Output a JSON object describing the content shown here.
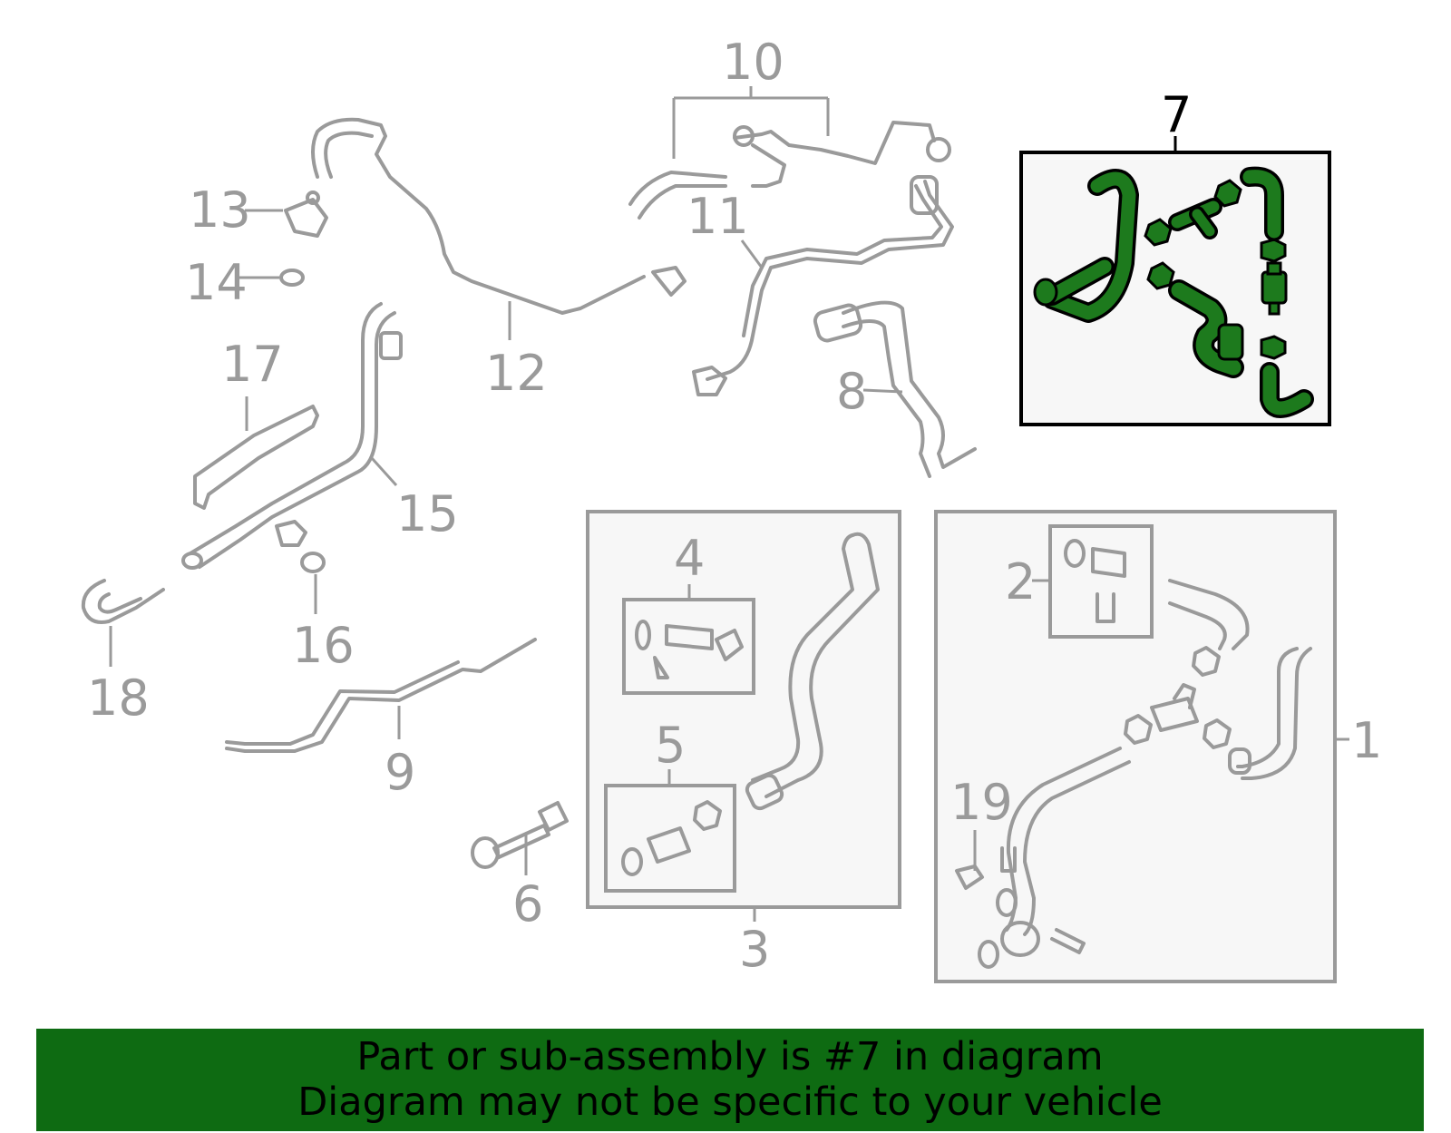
{
  "diagram": {
    "callouts": [
      {
        "id": "1",
        "text": "1"
      },
      {
        "id": "2",
        "text": "2"
      },
      {
        "id": "3",
        "text": "3"
      },
      {
        "id": "4",
        "text": "4"
      },
      {
        "id": "5",
        "text": "5"
      },
      {
        "id": "6",
        "text": "6"
      },
      {
        "id": "7",
        "text": "7",
        "highlighted": true
      },
      {
        "id": "8",
        "text": "8"
      },
      {
        "id": "9",
        "text": "9"
      },
      {
        "id": "10",
        "text": "10"
      },
      {
        "id": "11",
        "text": "11"
      },
      {
        "id": "12",
        "text": "12"
      },
      {
        "id": "13",
        "text": "13"
      },
      {
        "id": "14",
        "text": "14"
      },
      {
        "id": "15",
        "text": "15"
      },
      {
        "id": "16",
        "text": "16"
      },
      {
        "id": "17",
        "text": "17"
      },
      {
        "id": "18",
        "text": "18"
      },
      {
        "id": "19",
        "text": "19"
      }
    ],
    "colors": {
      "part_line": "#9a9a9a",
      "highlight_fill": "#1d7a1d",
      "highlight_outline": "#000000",
      "box_fill": "#f7f7f7",
      "banner_bg": "#0e6b12"
    }
  },
  "banner": {
    "line1": "Part or sub-assembly is #7 in diagram",
    "line2": "Diagram may not be specific to your vehicle"
  }
}
